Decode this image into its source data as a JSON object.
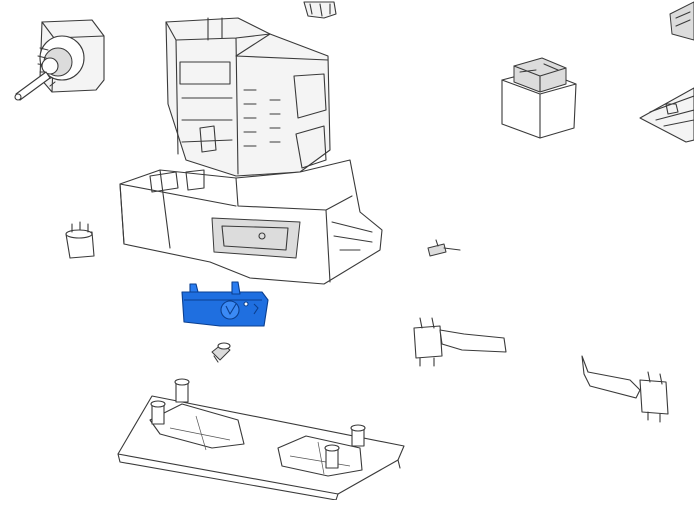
{
  "diagram": {
    "parts": [
      {
        "id": "gear-motor-assembly",
        "highlighted": false
      },
      {
        "id": "motor-housing-base",
        "highlighted": false
      },
      {
        "id": "top-bracket",
        "highlighted": false
      },
      {
        "id": "transformer",
        "highlighted": false
      },
      {
        "id": "control-board",
        "highlighted": false
      },
      {
        "id": "capacitor",
        "highlighted": false
      },
      {
        "id": "bracket-plate",
        "highlighted": true
      },
      {
        "id": "small-pin",
        "highlighted": false
      },
      {
        "id": "screw",
        "highlighted": false
      },
      {
        "id": "limit-switch-left",
        "highlighted": false
      },
      {
        "id": "limit-switch-right",
        "highlighted": false
      },
      {
        "id": "foundation-plate",
        "highlighted": false
      }
    ],
    "highlight_color": "#1f6fe0"
  }
}
